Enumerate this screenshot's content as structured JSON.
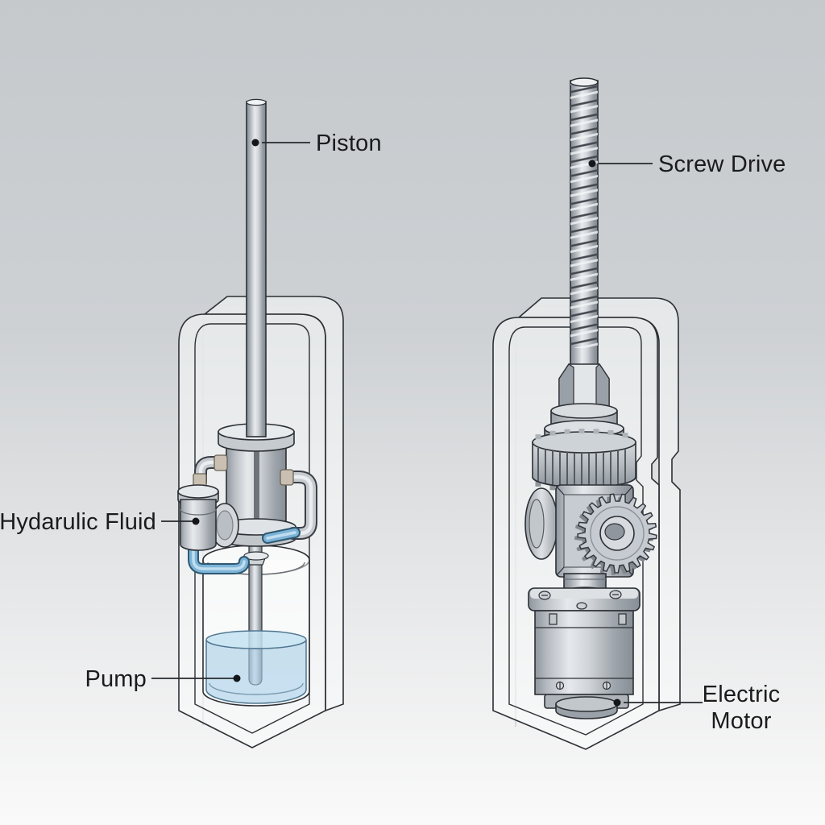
{
  "diagram": {
    "background_top": "#c5c9cc",
    "background_bottom": "#fafafa",
    "labels": {
      "piston": "Piston",
      "hydraulic_fluid": "Hydarulic Fluid",
      "pump": "Pump",
      "screw_drive": "Screw Drive",
      "electric_motor": [
        "Electric",
        "Motor"
      ]
    },
    "colors": {
      "line": "#2c3035",
      "label_text": "#1b1b1d",
      "fluid_blue": "#a9cfe6",
      "fluid_surface": "#c6e2f2",
      "tube_blue": "#7db4d8",
      "connector_tan": "#c9c0b2",
      "metal_light": "#e9ecee",
      "metal_mid": "#b7bdc3",
      "metal_dark": "#8a9097",
      "housing_fill": "rgba(250,251,252,0.55)"
    }
  }
}
